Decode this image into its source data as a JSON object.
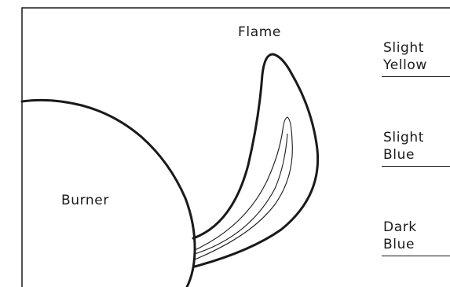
{
  "labels": {
    "flame": "Flame",
    "burner": "Burner"
  },
  "legend": [
    {
      "line1": "Slight",
      "line2": "Yellow"
    },
    {
      "line1": "Slight",
      "line2": "Blue"
    },
    {
      "line1": "Dark",
      "line2": "Blue"
    }
  ],
  "colors": {
    "stroke": "#1a1a1a",
    "background": "#ffffff"
  }
}
